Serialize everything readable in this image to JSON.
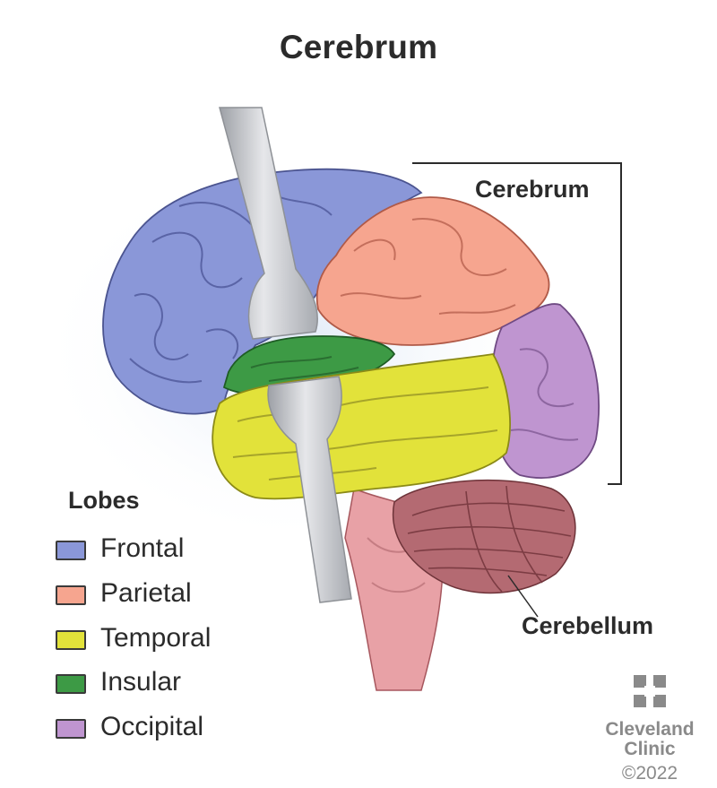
{
  "title": "Cerebrum",
  "labels": {
    "cerebrum": "Cerebrum",
    "cerebellum": "Cerebellum"
  },
  "legend": {
    "title": "Lobes",
    "items": [
      {
        "label": "Frontal",
        "color": "#8a97d8"
      },
      {
        "label": "Parietal",
        "color": "#f6a58f"
      },
      {
        "label": "Temporal",
        "color": "#e2e23a"
      },
      {
        "label": "Insular",
        "color": "#3d9a45"
      },
      {
        "label": "Occipital",
        "color": "#bf95d0"
      }
    ]
  },
  "colors": {
    "brainstem": "#e8a1a6",
    "cerebellum": "#b46a72",
    "retractor": "#c4c6cb"
  },
  "logo": {
    "name_line1": "Cleveland",
    "name_line2": "Clinic",
    "copyright": "©2022"
  }
}
